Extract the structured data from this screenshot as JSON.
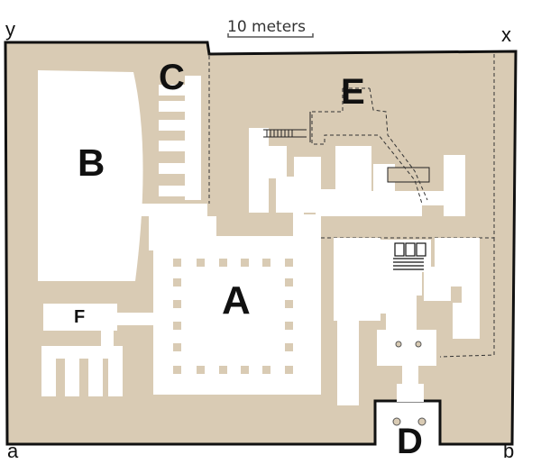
{
  "scale_label": "10 meters",
  "corners": {
    "top_left": "y",
    "top_right": "x",
    "bottom_left": "a",
    "bottom_right": "b"
  },
  "zones": {
    "a": "A",
    "b": "B",
    "c": "C",
    "d": "D",
    "e": "E",
    "f": "F"
  },
  "colors": {
    "ground": "#d9cbb4",
    "rooms": "#ffffff",
    "walls": "#111111"
  }
}
